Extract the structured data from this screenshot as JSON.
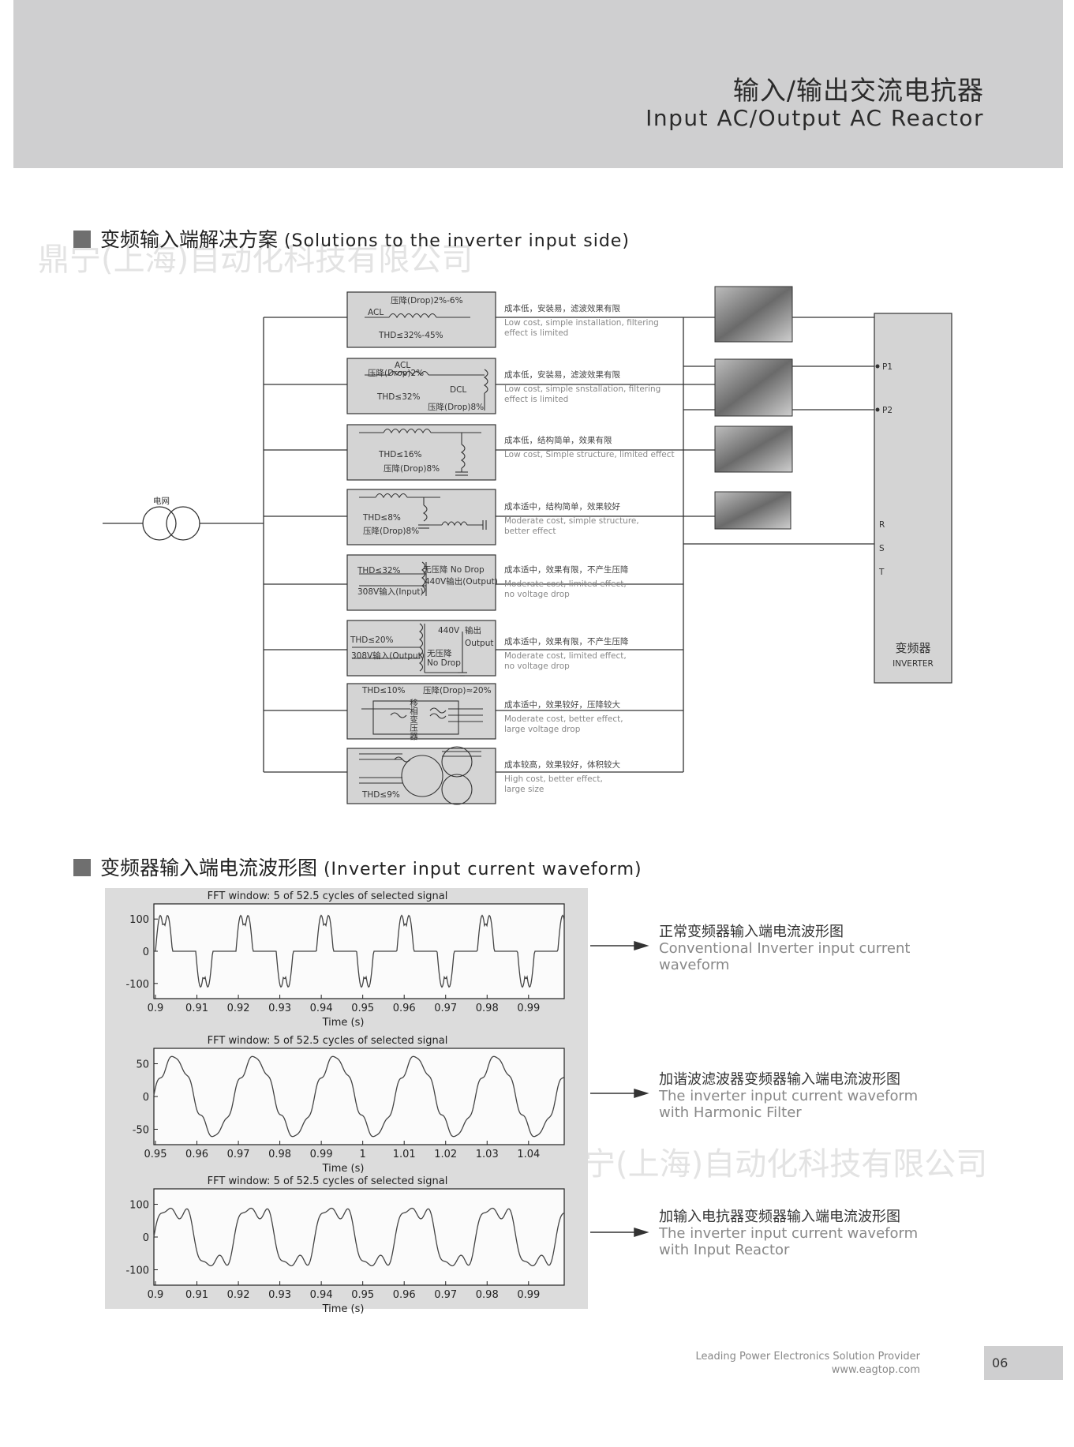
{
  "header": {
    "title_cn": "输入/输出交流电抗器",
    "title_en": "Input AC/Output AC Reactor"
  },
  "watermark": "鼎宁(上海)自动化科技有限公司",
  "section1": {
    "title_cn": "变频输入端解决方案",
    "title_en": "(Solutions to the inverter input side)"
  },
  "grid_label": "电网",
  "inverter": {
    "label_cn": "变频器",
    "label_en": "INVERTER",
    "pins": [
      "P1",
      "P2",
      "R",
      "S",
      "T"
    ]
  },
  "solutions": [
    {
      "texts": [
        "压降(Drop)2%-6%",
        "ACL",
        "THD≤32%-45%"
      ],
      "desc_cn": "成本低，安装易，滤波效果有限",
      "desc_en": [
        "Low cost, simple installation, filtering",
        "effect is limited"
      ]
    },
    {
      "texts": [
        "ACL",
        "压降(Drop)2%",
        "DCL",
        "THD≤32%",
        "压降(Drop)8%"
      ],
      "desc_cn": "成本低，安装易，滤波效果有限",
      "desc_en": [
        "Low cost, simple snstallation, filtering",
        "effect is limited"
      ]
    },
    {
      "texts": [
        "THD≤16%",
        "压降(Drop)8%"
      ],
      "desc_cn": "成本低，结构简单，效果有限",
      "desc_en": [
        "Low cost, Simple structure, limited effect"
      ]
    },
    {
      "texts": [
        "THD≤8%",
        "压降(Drop)8%"
      ],
      "desc_cn": "成本适中，结构简单，效果较好",
      "desc_en": [
        "Moderate cost, simple structure,",
        "better effect"
      ]
    },
    {
      "texts": [
        "THD≤32%",
        "无压降 No Drop",
        "440V输出(Output)",
        "308V输入(Input)"
      ],
      "desc_cn": "成本适中，效果有限，不产生压降",
      "desc_en": [
        "Moderate cost, limited effect,",
        "no voltage drop"
      ]
    },
    {
      "texts": [
        "THD≤20%",
        "440V",
        "输出",
        "Output",
        "308V输入(Output)",
        "无压降",
        "No Drop"
      ],
      "desc_cn": "成本适中，效果有限，不产生压降",
      "desc_en": [
        "Moderate cost, limited effect,",
        "no voltage drop"
      ]
    },
    {
      "texts": [
        "THD≤10%",
        "压降(Drop)≈20%",
        "移相变压器"
      ],
      "desc_cn": "成本适中，效果较好，压降较大",
      "desc_en": [
        "Moderate cost, better effect,",
        "large voltage drop"
      ]
    },
    {
      "texts": [
        "THD≤9%"
      ],
      "desc_cn": "成本较高，效果较好，体积较大",
      "desc_en": [
        "High cost, better effect,",
        "large size"
      ]
    }
  ],
  "section2": {
    "title_cn": "变频器输入端电流波形图",
    "title_en": "(Inverter input current waveform)"
  },
  "waveforms": [
    {
      "title": "FFT window: 5 of 52.5 cycles of selected signal",
      "xlabel": "Time (s)",
      "xticks": [
        "0.9",
        "0.91",
        "0.92",
        "0.93",
        "0.94",
        "0.95",
        "0.96",
        "0.97",
        "0.98",
        "0.99"
      ],
      "yticks": [
        "100",
        "0",
        "-100"
      ],
      "label_cn": "正常变频器输入端电流波形图",
      "label_en": [
        "Conventional Inverter input current",
        "waveform"
      ]
    },
    {
      "title": "FFT window: 5 of 52.5 cycles of selected signal",
      "xlabel": "Time (s)",
      "xticks": [
        "0.95",
        "0.96",
        "0.97",
        "0.98",
        "0.99",
        "1",
        "1.01",
        "1.02",
        "1.03",
        "1.04"
      ],
      "yticks": [
        "50",
        "0",
        "-50"
      ],
      "label_cn": "加谐波滤波器变频器输入端电流波形图",
      "label_en": [
        "The  inverter input current waveform",
        "with Harmonic Filter"
      ]
    },
    {
      "title": "FFT window: 5 of 52.5 cycles of selected signal",
      "xlabel": "Time (s)",
      "xticks": [
        "0.9",
        "0.91",
        "0.92",
        "0.93",
        "0.94",
        "0.95",
        "0.96",
        "0.97",
        "0.98",
        "0.99"
      ],
      "yticks": [
        "100",
        "0",
        "-100"
      ],
      "label_cn": "加输入电抗器变频器输入端电流波形图",
      "label_en": [
        "The inverter input current waveform",
        "with Input Reactor"
      ]
    }
  ],
  "footer": {
    "tagline": "Leading Power Electronics Solution Provider",
    "url": "www.eagtop.com",
    "page": "06"
  }
}
